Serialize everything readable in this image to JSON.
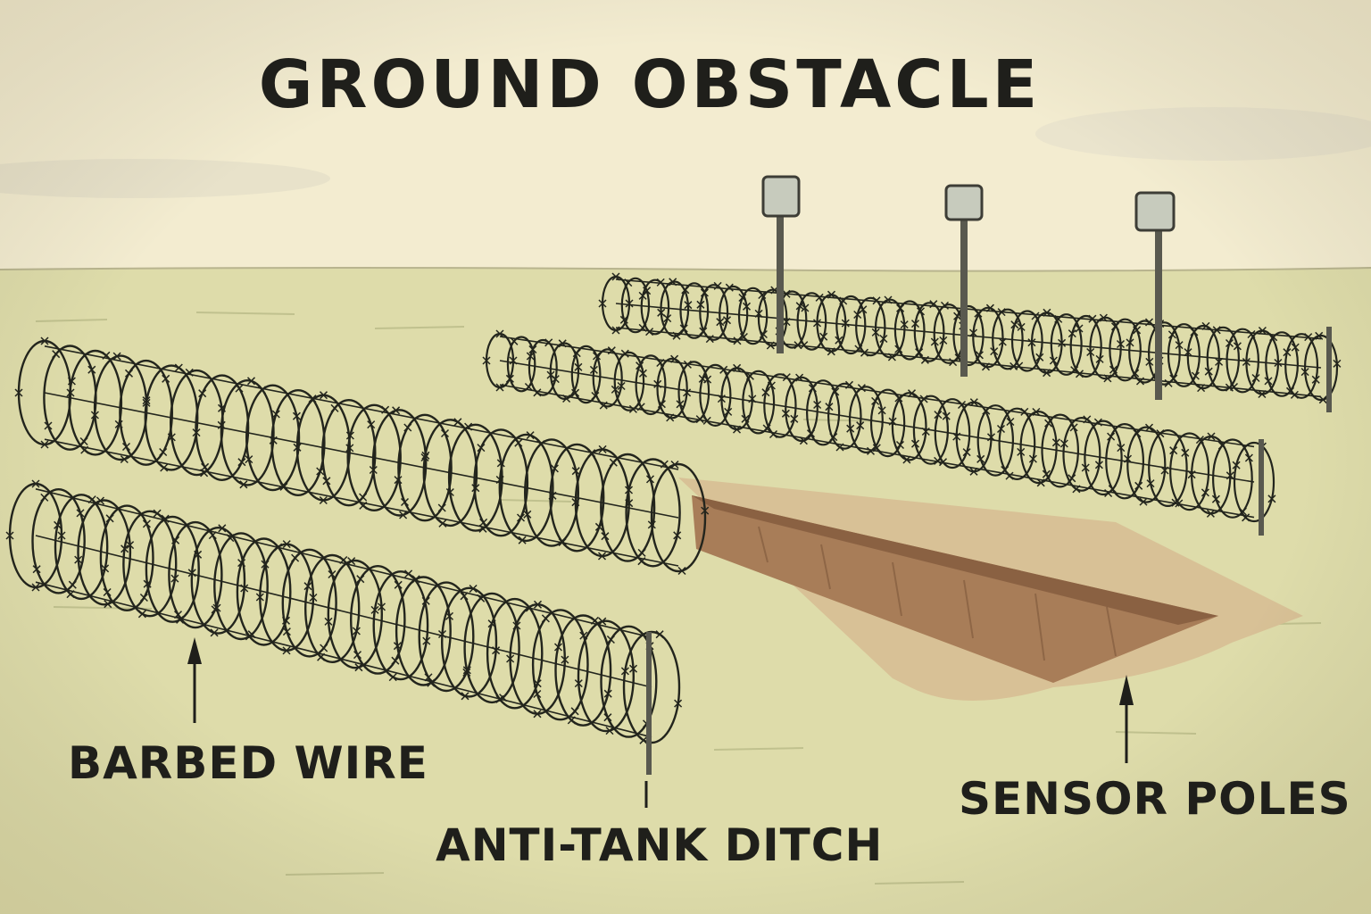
{
  "title": "GROUND OBSTACLE",
  "labels": {
    "barbed_wire": "BARBED WIRE",
    "anti_tank_ditch": "ANTI-TANK DITCH",
    "sensor_poles": "SENSOR POLES"
  },
  "colors": {
    "sky": "#f3ecd0",
    "ground": "#dedcaa",
    "wire": "#23251d",
    "ditch_earth": "#a87d58",
    "ditch_rim": "#d8c196",
    "pole": "#59594f",
    "sensor_box": "#c7cbbd",
    "text": "#1f1f1b"
  },
  "icons": {
    "wire_coil": "concertina-wire-coil",
    "sensor": "sensor-box",
    "pointer": "arrow-up"
  }
}
